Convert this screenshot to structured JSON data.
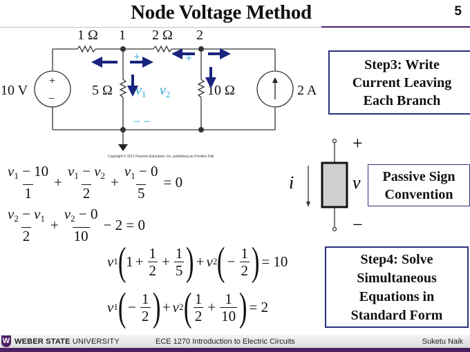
{
  "header": {
    "title": "Node Voltage Method",
    "slide_number": "5"
  },
  "circuit": {
    "resistor_top_left": "1 Ω",
    "node1_label": "1",
    "resistor_top_right": "2 Ω",
    "node2_label": "2",
    "voltage_source": "10 V",
    "resistor_mid_left": "5 Ω",
    "resistor_mid_right": "10 Ω",
    "current_source": "2 A",
    "v1_label": "v",
    "v1_sub": "1",
    "v2_label": "v",
    "v2_sub": "2",
    "plus": "+",
    "minus": "−",
    "copyright": "Copyright © 2011 Pearson Education, Inc. publishing as Prentice Hall",
    "colors": {
      "arrow": "#1a237e",
      "annotation": "#2aa7d8",
      "wire": "#333333"
    }
  },
  "boxes": {
    "step3": [
      "Step3: Write",
      "Current Leaving",
      "Each Branch"
    ],
    "passive": [
      "Passive Sign",
      "Convention"
    ],
    "step4": [
      "Step4: Solve",
      "Simultaneous",
      "Equations in",
      "Standard Form"
    ]
  },
  "passive_sign": {
    "current": "i",
    "voltage": "v",
    "plus": "+",
    "minus": "−"
  },
  "equations": {
    "eq1": {
      "t1_num_a": "v",
      "t1_num_sub": "1",
      "t1_num_b": " − 10",
      "t1_den": "1",
      "t2_num_a": "v",
      "t2_num_sub_a": "1",
      "t2_num_mid": " − ",
      "t2_num_b": "v",
      "t2_num_sub_b": "2",
      "t2_den": "2",
      "t3_num_a": "v",
      "t3_num_sub": "1",
      "t3_num_b": " − 0",
      "t3_den": "5",
      "plus": "+",
      "rhs": "= 0"
    },
    "eq2": {
      "t1_num_a": "v",
      "t1_num_sub_a": "2",
      "t1_num_mid": " − ",
      "t1_num_b": "v",
      "t1_num_sub_b": "1",
      "t1_den": "2",
      "t2_num_a": "v",
      "t2_num_sub": "2",
      "t2_num_b": " − 0",
      "t2_den": "10",
      "plus": "+",
      "tail": "− 2 = 0"
    },
    "eq3": {
      "v1": "v",
      "v1_sub": "1",
      "one": "1",
      "plus": "+",
      "f1_num": "1",
      "f1_den": "2",
      "f2_num": "1",
      "f2_den": "5",
      "v2": "v",
      "v2_sub": "2",
      "neg": "−",
      "f3_num": "1",
      "f3_den": "2",
      "rhs": "= 10"
    },
    "eq4": {
      "v1": "v",
      "v1_sub": "1",
      "neg": "−",
      "f1_num": "1",
      "f1_den": "2",
      "plus": "+",
      "v2": "v",
      "v2_sub": "2",
      "f2_num": "1",
      "f2_den": "2",
      "f3_num": "1",
      "f3_den": "10",
      "rhs": "= 2"
    }
  },
  "footer": {
    "logo_letter": "W",
    "university_bold": "WEBER STATE",
    "university_rest": " UNIVERSITY",
    "course": "ECE 1270 Introduction to Electric Circuits",
    "author": "Suketu Naik"
  }
}
